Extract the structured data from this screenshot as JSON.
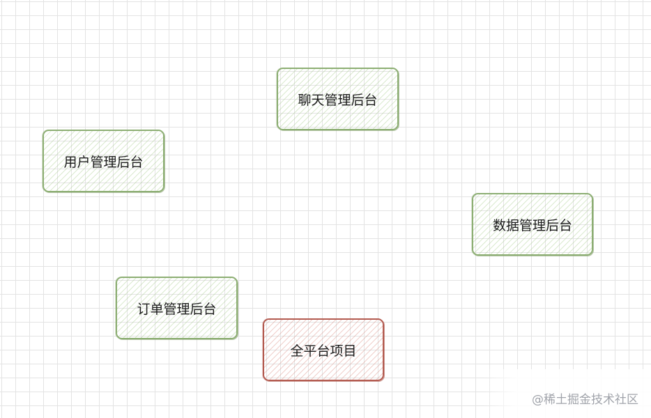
{
  "diagram": {
    "nodes": [
      {
        "id": "chat",
        "label": "聊天管理后台",
        "color": "#8cae72"
      },
      {
        "id": "user",
        "label": "用户管理后台",
        "color": "#8cae72"
      },
      {
        "id": "data",
        "label": "数据管理后台",
        "color": "#8cae72"
      },
      {
        "id": "order",
        "label": "订单管理后台",
        "color": "#8cae72"
      },
      {
        "id": "platform",
        "label": "全平台项目",
        "color": "#b35a4f"
      }
    ]
  },
  "watermark": "@稀土掘金技术社区"
}
